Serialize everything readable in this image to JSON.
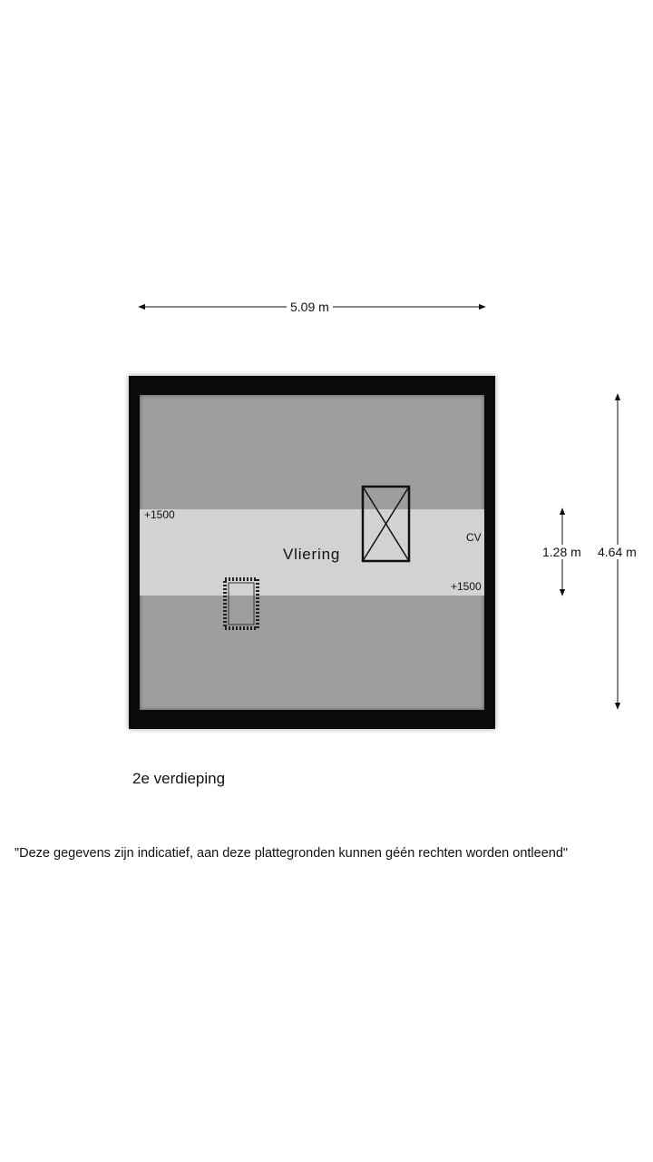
{
  "dimensions": {
    "width": "5.09 m",
    "height_total": "4.64 m",
    "height_band": "1.28 m"
  },
  "room": {
    "name": "Vliering",
    "level_left": "+1500",
    "level_right": "+1500",
    "cv_label": "CV"
  },
  "floor": {
    "caption": "2e verdieping"
  },
  "disclaimer": "\"Deze gegevens zijn indicatief, aan deze plattegronden kunnen géén rechten worden ontleend\"",
  "colors": {
    "wall": "#0a0a0a",
    "floor_low": "#9e9e9e",
    "floor_standing": "#d2d2d2"
  }
}
